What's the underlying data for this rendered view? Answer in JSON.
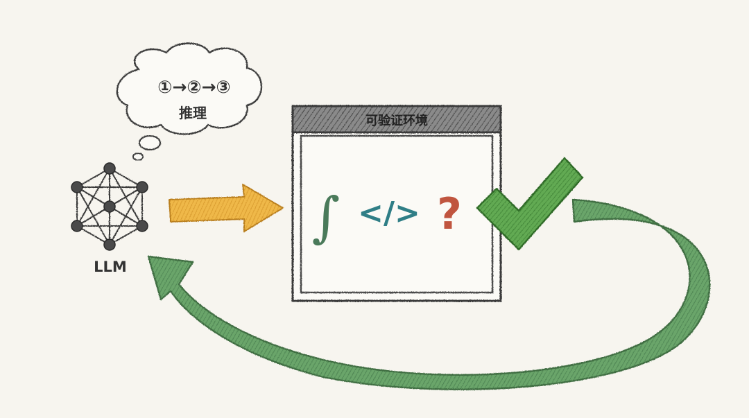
{
  "thought": {
    "steps": "①→②→③",
    "label": "推理"
  },
  "model": {
    "label": "LLM"
  },
  "environment": {
    "title": "可验证环境",
    "integral_symbol": "∫",
    "code_symbol": "</>",
    "question_symbol": "?"
  },
  "colors": {
    "background": "#f7f5ef",
    "ink": "#3a3a3a",
    "arrow_orange": "#e9ad3a",
    "arrow_orange_edge": "#b97e1e",
    "check_green": "#58a04a",
    "loop_green": "#5f9a62",
    "loop_green_edge": "#3f6e43",
    "integral_green": "#4a7a5a",
    "code_teal": "#2f7e86",
    "question_red": "#c0553f",
    "window_gray": "#6f6f6f"
  }
}
